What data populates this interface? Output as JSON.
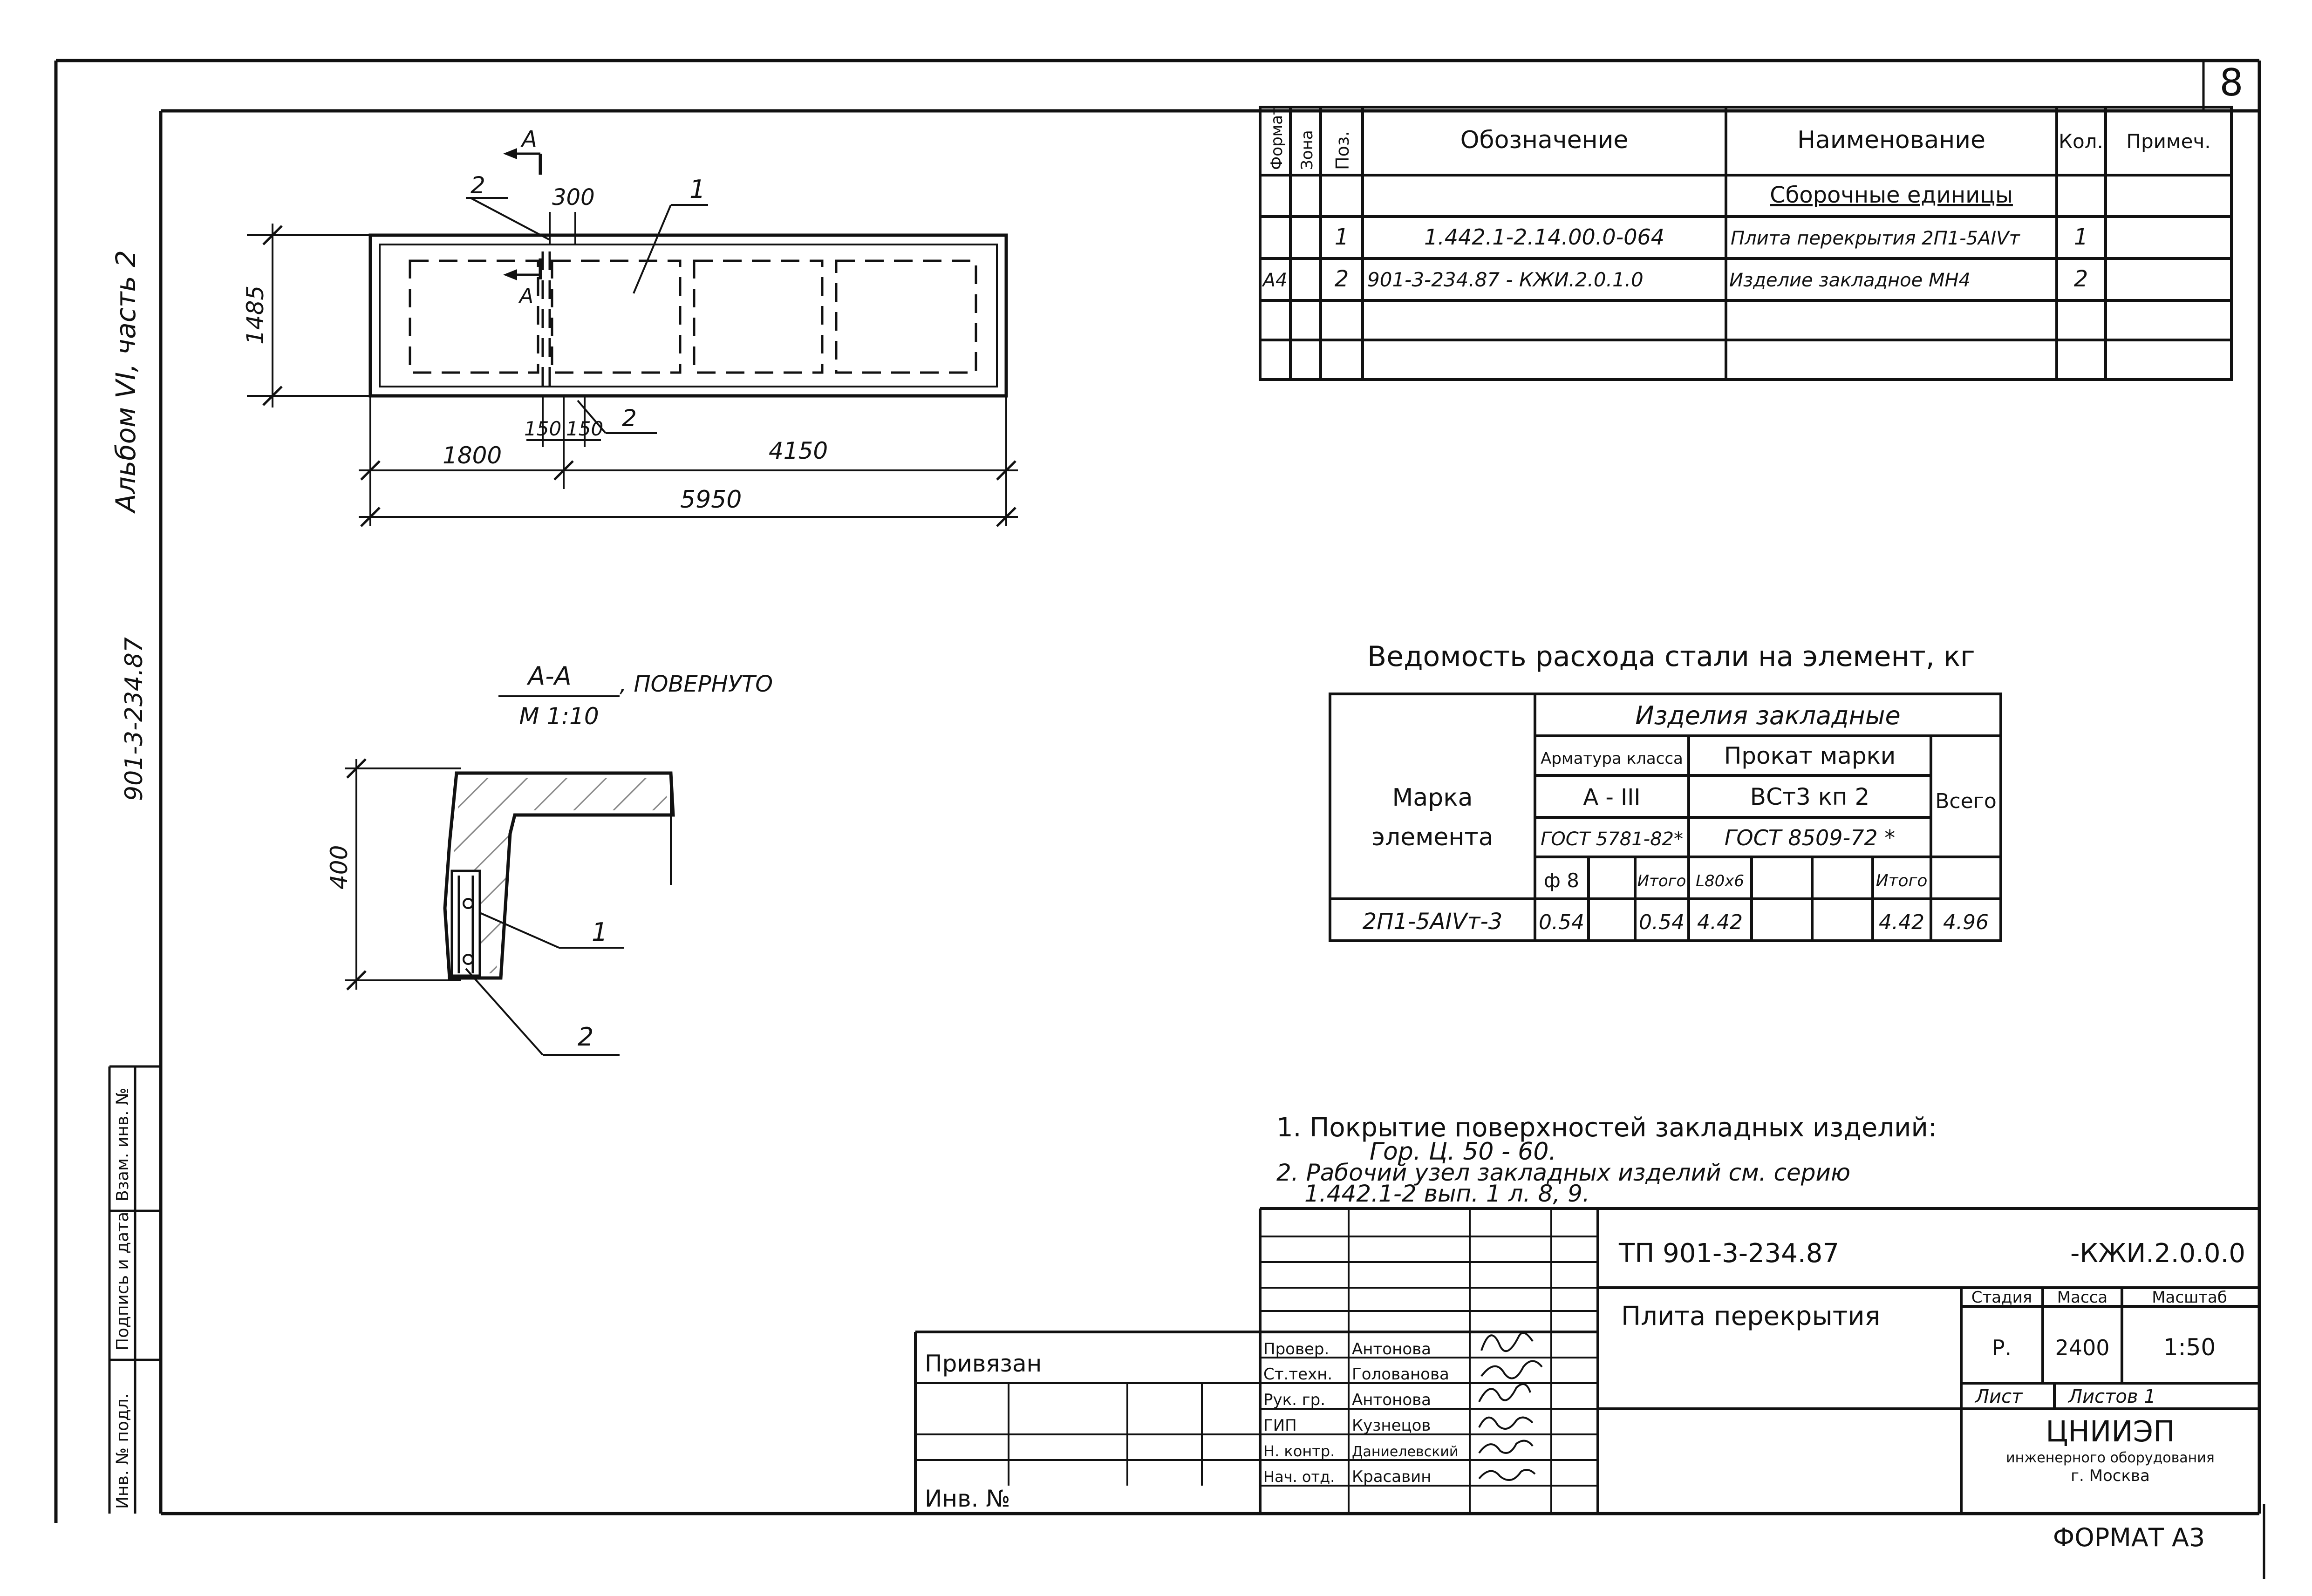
{
  "sheet": {
    "number": "8",
    "format": "ФОРМАТ А3",
    "side_album": "Альбом VI, часть 2",
    "side_code": "901-3-234.87",
    "side_stamp": [
      "Инв. № подл.",
      "Подпись и дата",
      "Взам. инв. №"
    ]
  },
  "plan": {
    "section_mark": "А",
    "pos_label_1": "1",
    "pos_label_2": "2",
    "dim_300": "300",
    "dim_1485": "1485",
    "dim_150a": "150",
    "dim_150b": "150",
    "dim_1800": "1800",
    "dim_4150": "4150",
    "dim_5950": "5950"
  },
  "section": {
    "title": "А-А",
    "scale": "М 1:10",
    "rotated": ", ПОВЕРНУТО",
    "dim_400": "400",
    "pos_1": "1",
    "pos_2": "2"
  },
  "spec_table": {
    "headers": [
      "Формат",
      "Зона",
      "Поз.",
      "Обозначение",
      "Наименование",
      "Кол.",
      "Примеч."
    ],
    "group_title": "Сборочные единицы",
    "rows": [
      {
        "format": "",
        "zone": "",
        "pos": "1",
        "designation": "1.442.1-2.14.00.0-064",
        "name": "Плита перекрытия 2П1-5АIVт",
        "qty": "1",
        "note": ""
      },
      {
        "format": "А4",
        "zone": "",
        "pos": "2",
        "designation": "901-3-234.87 - КЖИ.2.0.1.0",
        "name": "Изделие закладное МН4",
        "qty": "2",
        "note": ""
      }
    ]
  },
  "steel_table": {
    "title": "Ведомость расхода стали на элемент, кг",
    "h_element": [
      "Марка",
      "элемента"
    ],
    "h_group": "Изделия закладные",
    "h_armature": "Арматура класса",
    "h_prokat": "Прокат марки",
    "h_total": "Всего",
    "armature_class": "А - III",
    "prokat_grade": "ВСт3 кп 2",
    "armature_gost": "ГОСТ 5781-82*",
    "prokat_gost": "ГОСТ 8509-72 *",
    "sub_cols": [
      "ф 8",
      "",
      "Итого",
      "L80x6",
      "",
      "",
      "Итого"
    ],
    "row": {
      "mark": "2П1-5АIVт-3",
      "values": [
        "0.54",
        "",
        "0.54",
        "4.42",
        "",
        "",
        "4.42"
      ],
      "total": "4.96"
    }
  },
  "notes": [
    "1. Покрытие поверхностей закладных изделий:",
    "Гор. Ц. 50 - 60.",
    "2. Рабочий узел закладных изделий см. серию",
    "1.442.1-2 вып. 1 л. 8, 9."
  ],
  "title_block": {
    "project_code": "ТП 901-3-234.87",
    "doc_code": "-КЖИ.2.0.0.0",
    "sheet_title": "Плита перекрытия",
    "stage_h": "Стадия",
    "mass_h": "Масса",
    "scale_h": "Масштаб",
    "stage": "Р.",
    "mass": "2400",
    "scale": "1:50",
    "sheet_h": "Лист",
    "sheets_h": "Листов 1",
    "org": "ЦНИИЭП",
    "org_sub": "инженерного оборудования",
    "city": "г. Москва",
    "privyazan": "Привязан",
    "inv": "Инв. №",
    "roles": [
      {
        "role": "Провер.",
        "name": "Антонова"
      },
      {
        "role": "Ст.техн.",
        "name": "Голованова"
      },
      {
        "role": "Рук. гр.",
        "name": "Антонова"
      },
      {
        "role": "ГИП",
        "name": "Кузнецов"
      },
      {
        "role": "Н. контр.",
        "name": "Даниелевский"
      },
      {
        "role": "Нач. отд.",
        "name": "Красавин"
      }
    ]
  }
}
